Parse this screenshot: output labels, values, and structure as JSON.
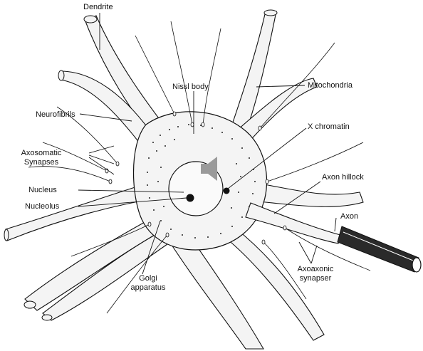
{
  "labels": {
    "dendrite": "Dendrite",
    "nissl_body": "Nissl body",
    "mitochondria": "Mitochondria",
    "neurofibrils": "Neurofibrils",
    "x_chromatin": "X chromatin",
    "axosomatic_1": "Axosomatic",
    "axosomatic_2": "Synapses",
    "axon_hillock": "Axon hillock",
    "nucleus": "Nucleus",
    "nucleolus": "Nucleolus",
    "axon": "Axon",
    "golgi_1": "Golgi",
    "golgi_2": "apparatus",
    "axoaxonic_1": "Axoaxonic",
    "axoaxonic_2": "synapser"
  },
  "icons": {
    "speaker": "speaker-icon"
  },
  "colors": {
    "ink": "#111111",
    "cell_fill": "#f4f4f4",
    "speaker_gray": "#9a9a9a"
  }
}
